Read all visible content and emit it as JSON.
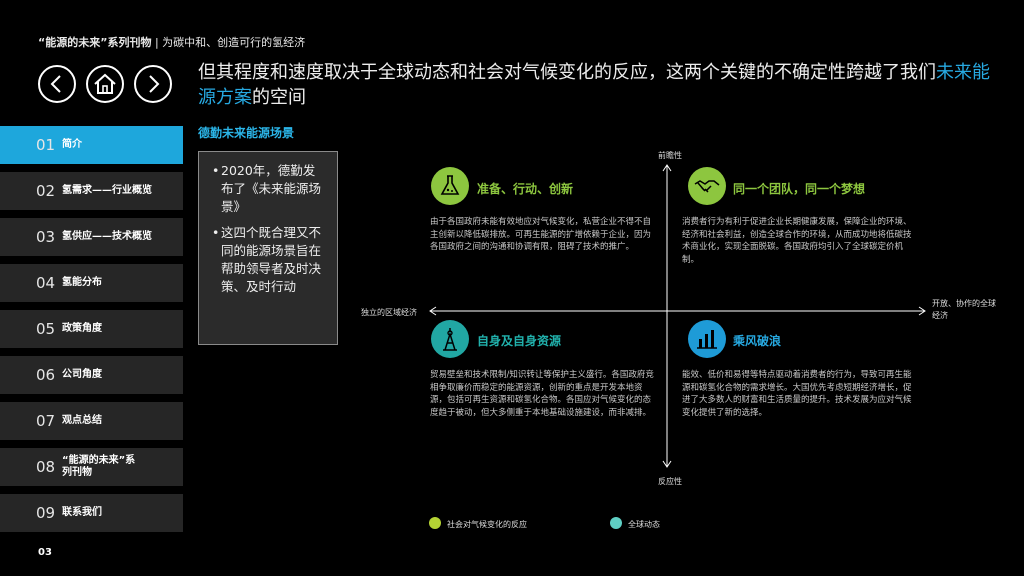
{
  "header": {
    "series_title": "“能源的未来”系列刊物",
    "subtitle": " | 为碳中和、创造可行的氢经济"
  },
  "nav": {
    "back_icon": "chevron-left-icon",
    "home_icon": "home-icon",
    "forward_icon": "chevron-right-icon"
  },
  "headline": {
    "text_before": "但其程度和速度取决于全球动态和社会对气候变化的反应，这两个关键的不确定性跨越了我们",
    "highlight": "未来能源方案",
    "text_after": "的空间",
    "highlight_color": "#27a9e1"
  },
  "menu": [
    {
      "num": "01",
      "label": "简介",
      "active": true
    },
    {
      "num": "02",
      "label": "氢需求——行业概览",
      "active": false
    },
    {
      "num": "03",
      "label": "氢供应——技术概览",
      "active": false
    },
    {
      "num": "04",
      "label": "氢能分布",
      "active": false
    },
    {
      "num": "05",
      "label": "政策角度",
      "active": false
    },
    {
      "num": "06",
      "label": "公司角度",
      "active": false
    },
    {
      "num": "07",
      "label": "观点总结",
      "active": false
    },
    {
      "num": "08",
      "label": "“能源的未来”系列刊物",
      "active": false
    },
    {
      "num": "09",
      "label": "联系我们",
      "active": false
    }
  ],
  "page_number": "03",
  "section_title": "德勤未来能源场景",
  "callout": {
    "bullets": [
      "2020年，德勤发布了《未来能源场景》",
      "这四个既合理又不同的能源场景旨在帮助领导者及时决策、及时行动"
    ]
  },
  "axes": {
    "top": "前瞻性",
    "bottom": "反应性",
    "left": "独立的区域经济",
    "right": "开放、协作的全球经济"
  },
  "quadrants": {
    "top_left": {
      "title": "准备、行动、创新",
      "icon": "flask-icon",
      "icon_color": "#8dc63f",
      "desc": "由于各国政府未能有效地应对气候变化，私营企业不得不自主创新以降低碳排放。可再生能源的扩增依赖于企业，因为各国政府之间的沟通和协调有限，阻碍了技术的推广。"
    },
    "top_right": {
      "title": "同一个团队，同一个梦想",
      "icon": "handshake-icon",
      "icon_color": "#8dc63f",
      "desc": "消费者行为有利于促进企业长期健康发展，保障企业的环境、经济和社会利益，创造全球合作的环境，从而成功地将低碳技术商业化，实现全面脱碳。各国政府均引入了全球碳定价机制。"
    },
    "bottom_left": {
      "title": "自身及自身资源",
      "icon": "oil-rig-icon",
      "icon_color": "#21a7a3",
      "desc": "贸易壁垒和技术限制/知识转让等保护主义盛行。各国政府竞相争取廉价而稳定的能源资源，创新的重点是开发本地资源，包括可再生资源和碳氢化合物。各国应对气候变化的态度趋于被动，但大多侧重于本地基础设施建设，而非减排。"
    },
    "bottom_right": {
      "title": "乘风破浪",
      "icon": "wind-chart-icon",
      "icon_color": "#21a7a3",
      "desc": "能效、低价和易得等特点驱动着消费者的行为，导致可再生能源和碳氢化合物的需求增长。大国优先考虑短期经济增长，促进了大多数人的财富和生活质量的提升。技术发展为应对气候变化提供了新的选择。"
    }
  },
  "legend": [
    {
      "label": "社会对气候变化的反应",
      "color": "#b5d334"
    },
    {
      "label": "全球动态",
      "color": "#5fcfc4"
    }
  ],
  "colors": {
    "accent": "#1ea7dc",
    "menu_bg": "#262626",
    "green": "#8dc63f",
    "teal": "#21a7a3"
  }
}
